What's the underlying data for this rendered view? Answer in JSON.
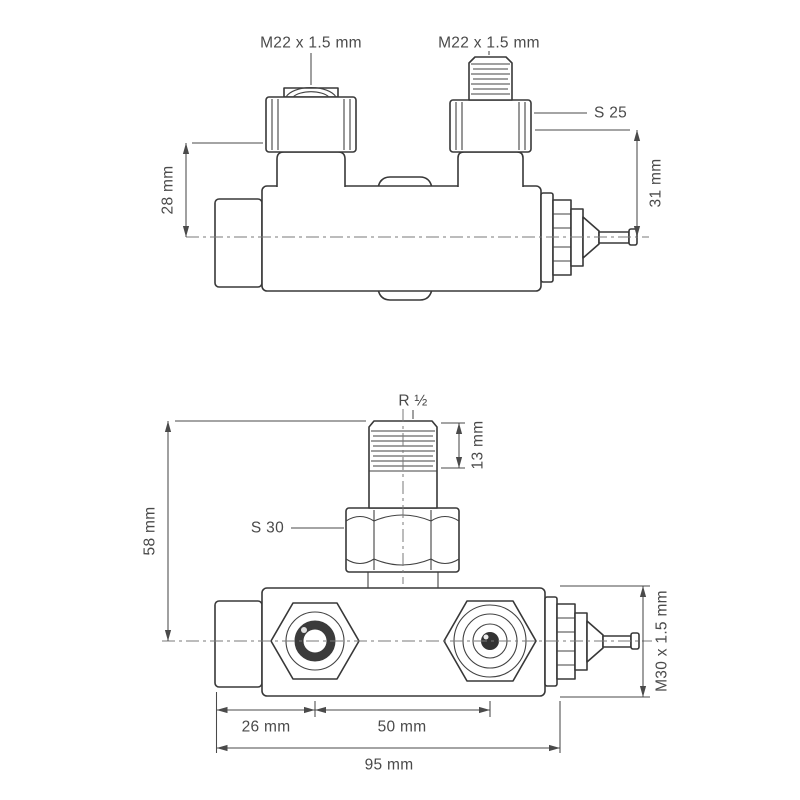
{
  "page": {
    "background": "#ffffff",
    "line_color": "#383838",
    "dimension_color": "#4a4a4a"
  },
  "side_view": {
    "labels": {
      "m22_left": "M22 x 1.5 mm",
      "m22_right": "M22 x 1.5 mm",
      "s25": "S 25",
      "h28": "28 mm",
      "h31": "31 mm"
    }
  },
  "front_view": {
    "labels": {
      "r_half": "R ½",
      "len13": "13 mm",
      "s30": "S 30",
      "h58": "58 mm",
      "m30": "M30 x 1.5 mm",
      "w26": "26 mm",
      "w50": "50 mm",
      "w95": "95 mm"
    }
  }
}
